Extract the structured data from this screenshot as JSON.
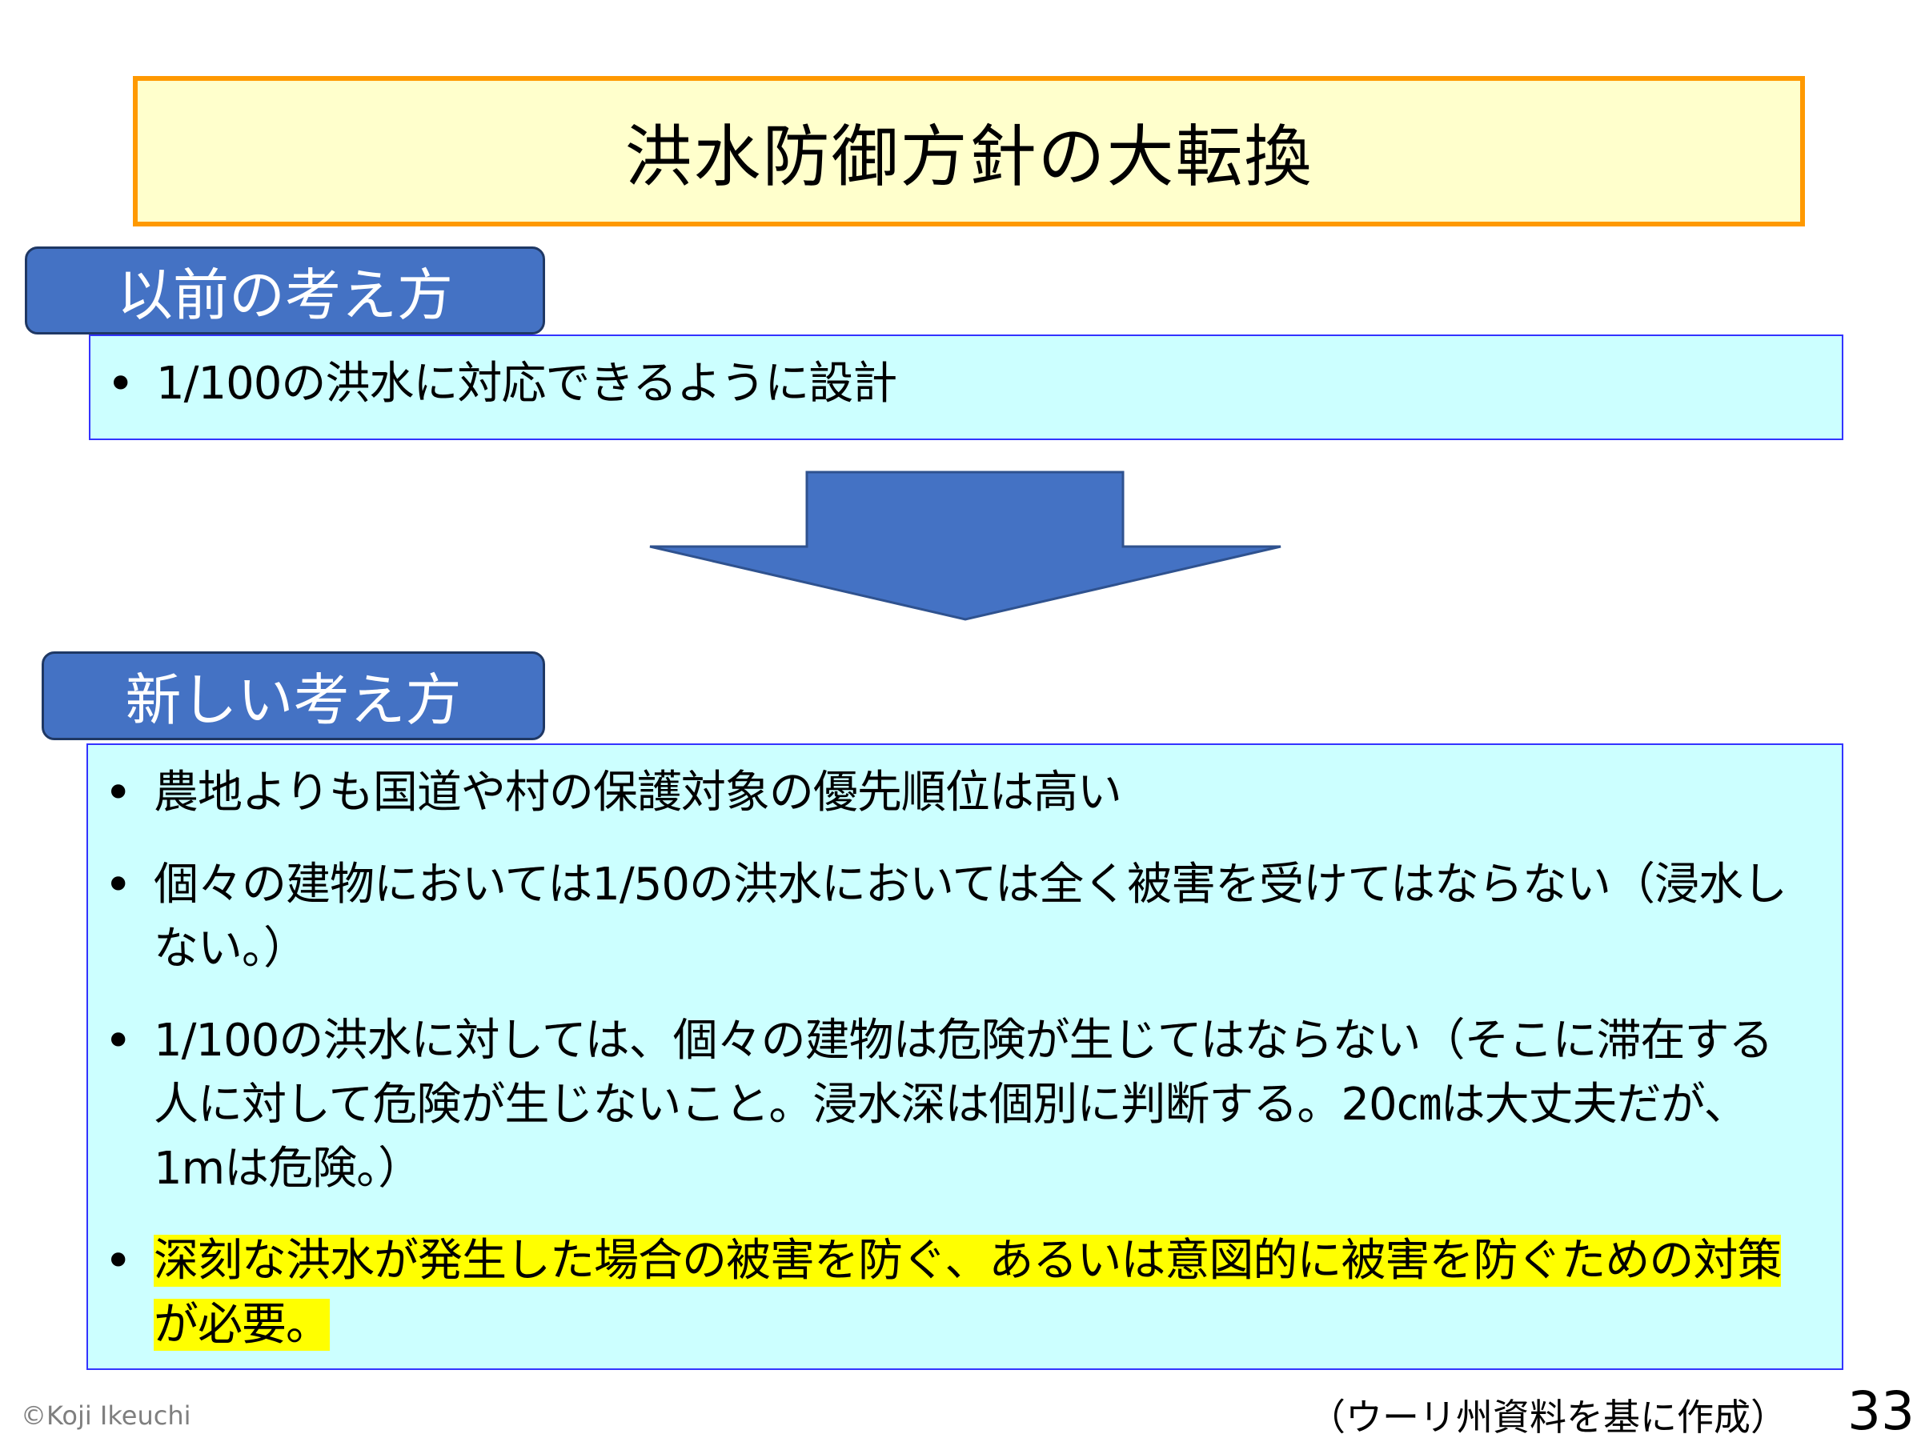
{
  "title": "洪水防御方針の大転換",
  "before": {
    "label": "以前の考え方",
    "items": [
      "1/100の洪水に対応できるように設計"
    ]
  },
  "after": {
    "label": "新しい考え方",
    "items": [
      "農地よりも国道や村の保護対象の優先順位は高い",
      "個々の建物においては1/50の洪水においては全く被害を受けてはならない（浸水しない。）",
      "1/100の洪水に対しては、個々の建物は危険が生じてはならない（そこに滞在する人に対して危険が生じないこと。浸水深は個別に判断する。20㎝は大丈夫だが、1mは危険。）",
      " 深刻な洪水が発生した場合の被害を防ぐ、あるいは意図的に被害を防ぐための対策が必要。"
    ],
    "bullet": "•"
  },
  "footer": {
    "credit": "©Koji Ikeuchi",
    "source": "（ウーリ州資料を基に作成）",
    "page_number": "33"
  },
  "colors": {
    "title_bg": "#FFFFCC",
    "title_border": "#FF9900",
    "label_bg": "#4472C4",
    "box_bg": "#CCFFFF",
    "box_border": "#3333FF",
    "highlight": "#FFFF00"
  }
}
